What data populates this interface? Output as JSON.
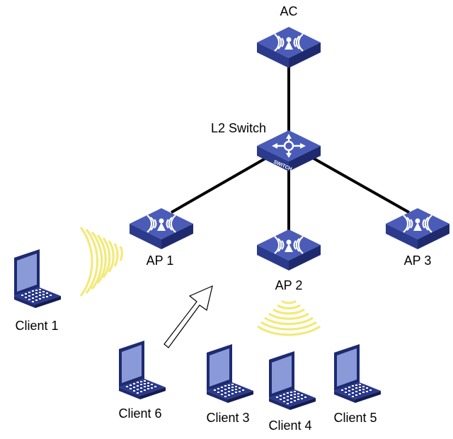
{
  "devices": {
    "ac": {
      "label": "AC",
      "icon": "wireless-controller-icon"
    },
    "switch": {
      "label": "L2 Switch",
      "icon": "switch-icon",
      "badge": "SWITCH"
    },
    "ap1": {
      "label": "AP 1",
      "icon": "access-point-icon"
    },
    "ap2": {
      "label": "AP 2",
      "icon": "access-point-icon"
    },
    "ap3": {
      "label": "AP 3",
      "icon": "access-point-icon"
    }
  },
  "clients": [
    {
      "label": "Client 1",
      "icon": "laptop-icon"
    },
    {
      "label": "Client 6",
      "icon": "laptop-icon"
    },
    {
      "label": "Client 3",
      "icon": "laptop-icon"
    },
    {
      "label": "Client 4",
      "icon": "laptop-icon"
    },
    {
      "label": "Client 5",
      "icon": "laptop-icon"
    }
  ],
  "colors": {
    "device_top": "#4a5cb8",
    "device_front": "#2c3a8c",
    "device_side": "#1f2a6e",
    "link": "#000000",
    "signal": "#f2ea7c",
    "laptop_screen": "#8a9ad8",
    "laptop_body": "#3a4aa6"
  }
}
